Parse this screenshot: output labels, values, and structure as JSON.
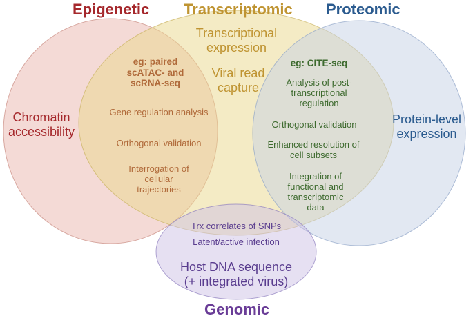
{
  "colors": {
    "epigenetic": "#a5282c",
    "transcriptomic": "#bf9432",
    "proteomic": "#2b5b8f",
    "genomic": "#6a3d97",
    "overlap_epi_trx": "#b06a3a",
    "overlap_trx_prot": "#3d6a2e",
    "overlap_genomic": "#5a3d8f"
  },
  "headings": {
    "epigenetic": "Epigenetic",
    "transcriptomic": "Transcriptomic",
    "proteomic": "Proteomic",
    "genomic": "Genomic"
  },
  "epigenetic": {
    "lines": [
      "Chromatin",
      "accessibility"
    ]
  },
  "transcriptomic": {
    "expression_lines": [
      "Transcriptional",
      "expression"
    ],
    "viral_lines": [
      "Viral read",
      "capture"
    ]
  },
  "proteomic": {
    "lines": [
      "Protein-level",
      "expression"
    ]
  },
  "genomic": {
    "lines": [
      "Host DNA sequence",
      "(+ integrated virus)"
    ]
  },
  "overlap_epi_trx": {
    "example_lines": [
      "eg: paired",
      "scATAC- and",
      "scRNA-seq"
    ],
    "item1": "Gene regulation analysis",
    "item2": "Orthogonal validation",
    "item3_lines": [
      "Interrogation of",
      "cellular",
      "trajectories"
    ]
  },
  "overlap_trx_prot": {
    "example": "eg: CITE-seq",
    "item1_lines": [
      "Analysis of post-",
      "transcriptional",
      "regulation"
    ],
    "item2": "Orthogonal validation",
    "item3_lines": [
      "Enhanced resolution of",
      "cell subsets"
    ],
    "item4_lines": [
      "Integration of",
      "functional and",
      "transcriptomic",
      "data"
    ]
  },
  "overlap_genomic": {
    "item1": "Trx correlates of SNPs",
    "item2": "Latent/active infection"
  }
}
